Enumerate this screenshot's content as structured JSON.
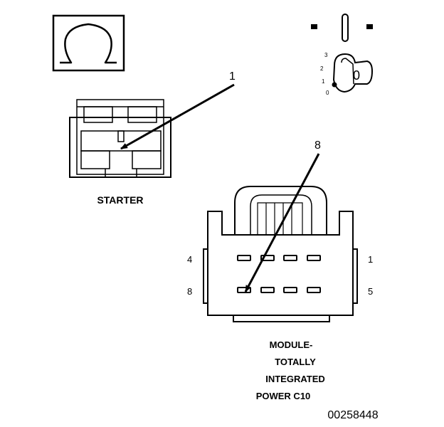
{
  "symbol": {
    "glyph": "Ω",
    "name": "ohm-symbol"
  },
  "ignition": {
    "positions": [
      "3",
      "2",
      "1",
      "0"
    ],
    "key_label": "0"
  },
  "callouts": {
    "starter": "1",
    "module": "8"
  },
  "starter": {
    "label": "STARTER"
  },
  "connector": {
    "pins": {
      "top_left": "4",
      "top_right": "1",
      "bottom_left": "8",
      "bottom_right": "5"
    },
    "label_lines": [
      "MODULE-",
      "TOTALLY",
      "INTEGRATED",
      "POWER C10"
    ]
  },
  "figure_id": "00258448",
  "colors": {
    "ink": "#000000",
    "paper": "#ffffff"
  }
}
